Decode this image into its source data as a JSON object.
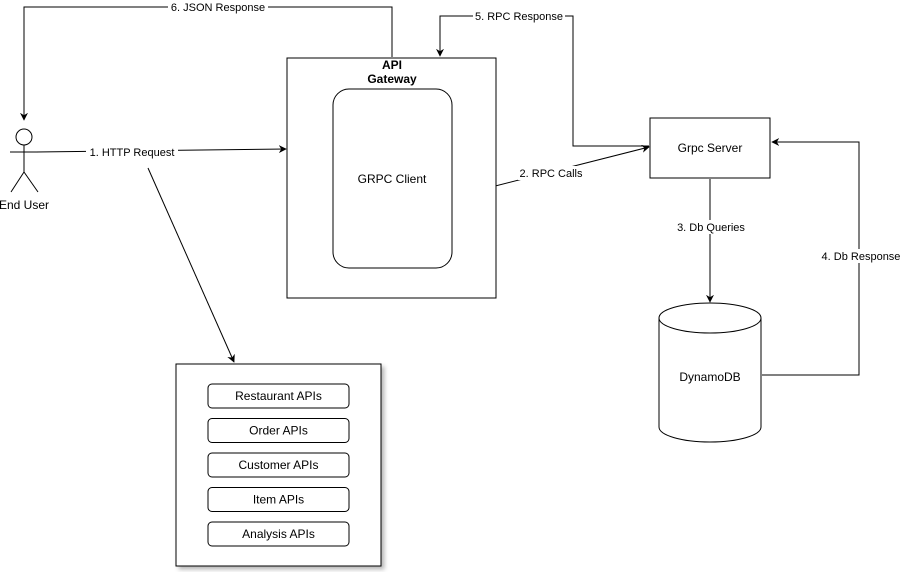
{
  "diagram": {
    "actor": {
      "label": "End User"
    },
    "gateway": {
      "title_line1": "API",
      "title_line2": "Gateway",
      "inner_label": "GRPC Client"
    },
    "grpc_server": {
      "label": "Grpc Server"
    },
    "database": {
      "label": "DynamoDB"
    },
    "api_list": {
      "items": [
        "Restaurant APIs",
        "Order APIs",
        "Customer APIs",
        "Item APIs",
        "Analysis APIs"
      ]
    },
    "edges": {
      "http_request": "1. HTTP Request",
      "rpc_calls": "2. RPC Calls",
      "db_queries": "3. Db Queries",
      "db_response": "4. Db Response",
      "rpc_response": "5. RPC Response",
      "json_response": "6. JSON Response"
    }
  }
}
